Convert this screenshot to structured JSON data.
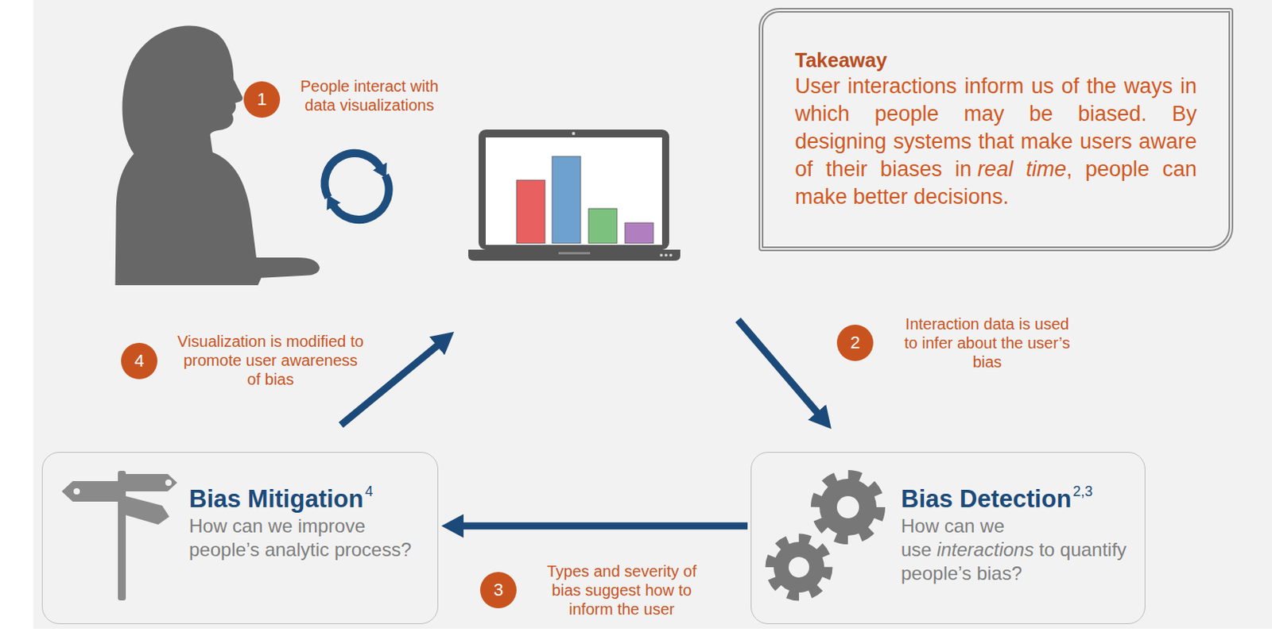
{
  "diagram": {
    "nodes": [
      {
        "text": [
          "Takeaway",
          "User interactions inform us of the ways in which people may be biased. By designing systems that make users aware of their biases in",
          "real time",
          ", people can make better decisions."
        ]
      },
      {
        "text": [
          "Bias Mitigation",
          "4",
          "How can we improve people’s analytic process?"
        ]
      },
      {
        "text": [
          "Bias Detection",
          "2,3",
          "How can we use",
          "interactions",
          "to quantify people’s bias?"
        ]
      }
    ],
    "edges": [
      {
        "from": 2,
        "to": 1,
        "arrow": "to"
      }
    ],
    "labels": [
      "1",
      "People interact with data visualizations",
      "2",
      "Interaction data is used to infer about the user’s bias",
      "3",
      "Types and severity of bias suggest how to inform the user",
      "4",
      "Visualization is modified to promote user awareness of bias"
    ]
  }
}
